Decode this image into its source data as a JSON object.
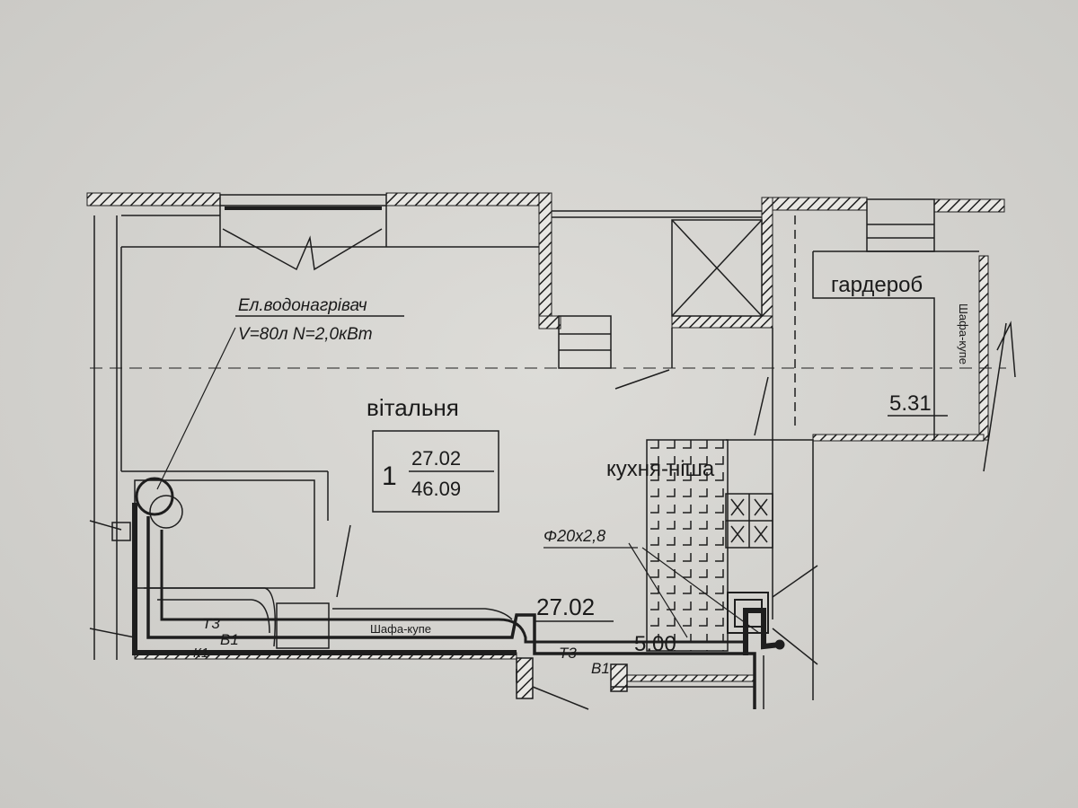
{
  "rooms": {
    "living": {
      "name": "вітальня",
      "number": "1",
      "area_living": "27.02",
      "area_total": "46.09",
      "area_label": "27.02"
    },
    "kitchen": {
      "name": "кухня-ніша",
      "area": "5.00"
    },
    "wardrobe": {
      "name": "гардероб",
      "area": "5.31",
      "closet": "Шафа-купе"
    }
  },
  "annotations": {
    "heater_line1": "Ел.водонагрівач",
    "heater_line2": "V=80л  N=2,0кВт",
    "pipe_spec": "Φ20x2,8",
    "closet_living": "Шафа-купе",
    "pipe_t3": "Т3",
    "pipe_b1": "В1",
    "pipe_k1": "К1",
    "pipe_t3_b": "Т3",
    "pipe_b1_b": "В1"
  },
  "colors": {
    "paper": "#d6d5d1",
    "ink": "#1e1e1e"
  }
}
